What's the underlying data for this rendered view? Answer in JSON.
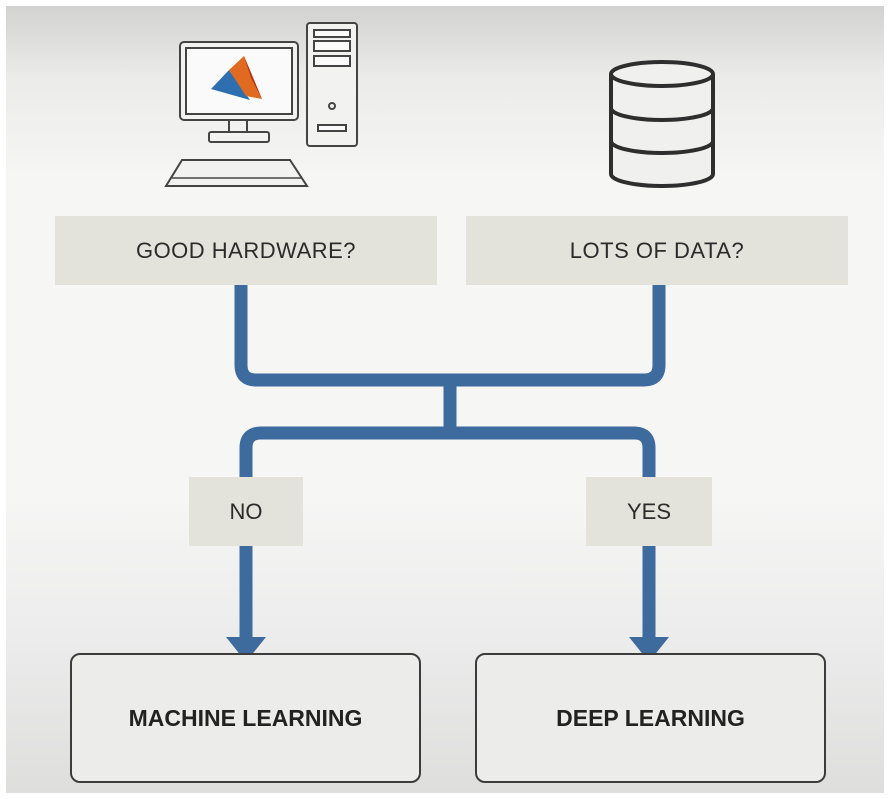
{
  "questions": {
    "hardware": "GOOD HARDWARE?",
    "data": "LOTS OF DATA?"
  },
  "branches": {
    "no": "NO",
    "yes": "YES"
  },
  "outcomes": {
    "machine_learning": "MACHINE LEARNING",
    "deep_learning": "DEEP LEARNING"
  },
  "icons": {
    "computer": "desktop-computer-icon",
    "database": "database-icon"
  },
  "colors": {
    "connector": "#3e6b9e",
    "label_box": "#e3e3db",
    "outcome_border": "#3c3c3c"
  }
}
